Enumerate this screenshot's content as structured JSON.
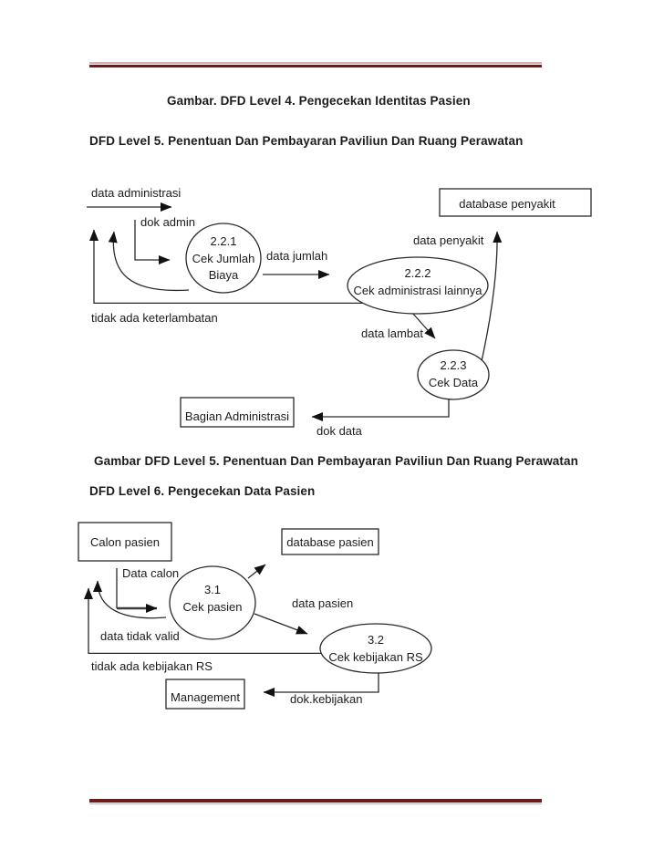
{
  "page": {
    "accent_color": "#6e1b1b",
    "title": "Gambar. DFD Level 4. Pengecekan Identitas Pasien",
    "heading_dfd5": "DFD Level 5. Penentuan Dan Pembayaran Paviliun Dan Ruang Perawatan",
    "caption_dfd5": "Gambar DFD Level 5. Penentuan Dan Pembayaran Paviliun Dan Ruang Perawatan",
    "heading_dfd6": "DFD Level 6. Pengecekan Data Pasien"
  },
  "dfd5": {
    "processes": {
      "p221": {
        "id": "2.2.1",
        "name_line1": "Cek Jumlah",
        "name_line2": "Biaya"
      },
      "p222": {
        "id": "2.2.2",
        "name": "Cek administrasi lainnya"
      },
      "p223": {
        "id": "2.2.3",
        "name": "Cek Data"
      }
    },
    "entities": {
      "database_penyakit": "database penyakit",
      "bagian_administrasi": "Bagian Administrasi"
    },
    "flows": {
      "data_administrasi": "data administrasi",
      "dok_admin": "dok admin",
      "data_jumlah": "data jumlah",
      "data_penyakit": "data penyakit",
      "tidak_ada_keterlambatan": "tidak ada keterlambatan",
      "data_lambat": "data lambat",
      "dok_data": "dok data"
    }
  },
  "dfd6": {
    "processes": {
      "p31": {
        "id": "3.1",
        "name": "Cek pasien"
      },
      "p32": {
        "id": "3.2",
        "name": "Cek kebijakan RS"
      }
    },
    "entities": {
      "calon_pasien": "Calon pasien",
      "database_pasien": "database pasien",
      "management": "Management"
    },
    "flows": {
      "data_calon": "Data calon",
      "data_pasien": "data pasien",
      "data_tidak_valid": "data tidak valid",
      "tidak_ada_kebijakan_rs": "tidak ada kebijakan RS",
      "dok_kebijakan": "dok.kebijakan"
    }
  }
}
